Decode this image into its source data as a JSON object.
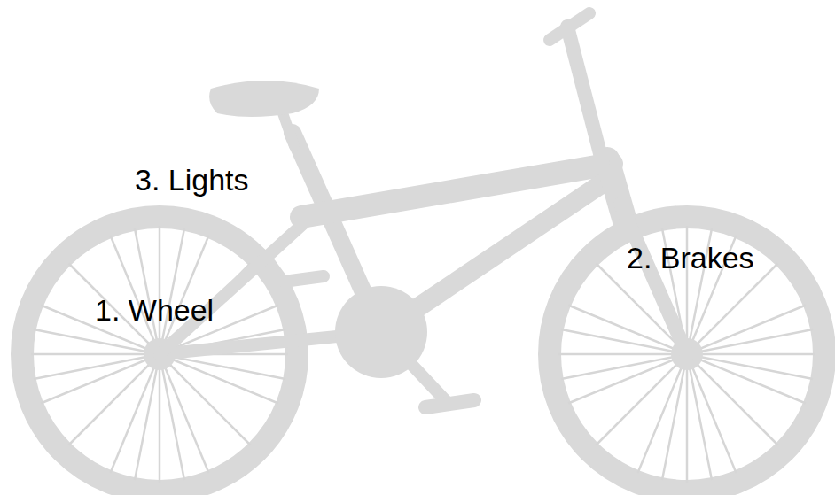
{
  "diagram": {
    "labels": [
      "3. Lights",
      "2. Brakes",
      "1. Wheel"
    ]
  }
}
